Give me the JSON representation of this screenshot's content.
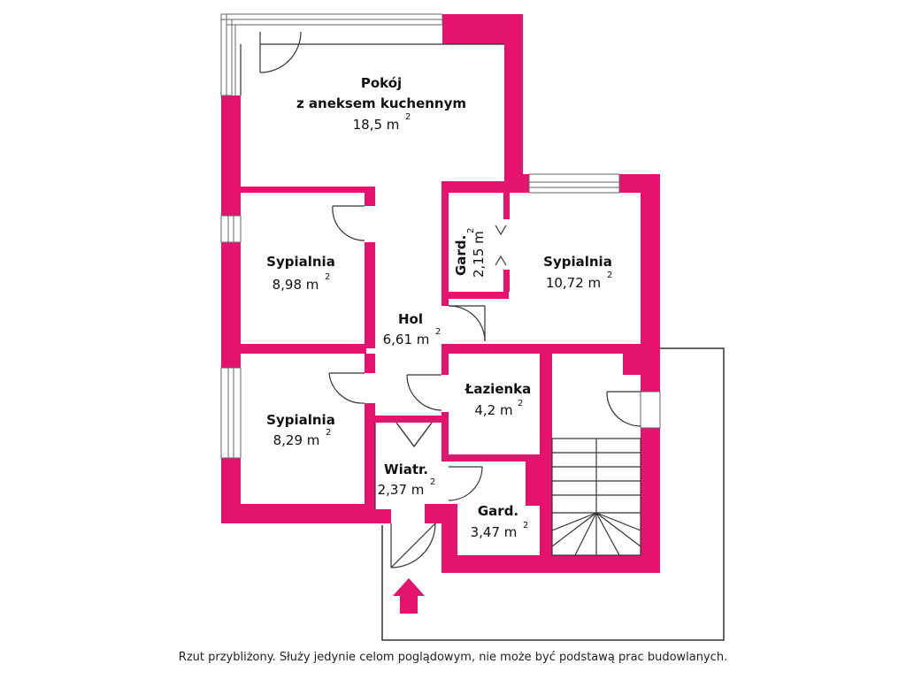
{
  "colors": {
    "wall": "#e5126e",
    "line": "#333333",
    "window": "#666666",
    "arrow": "#e5126e",
    "background": "#ffffff"
  },
  "rooms": {
    "living": {
      "name_line1": "Pokój",
      "name_line2": "z aneksem kuchennym",
      "area": "18,5 m",
      "sup": "2"
    },
    "bedroom_left_top": {
      "name": "Sypialnia",
      "area": "8,98 m",
      "sup": "2"
    },
    "bedroom_left_bottom": {
      "name": "Sypialnia",
      "area": "8,29 m",
      "sup": "2"
    },
    "hall": {
      "name": "Hol",
      "area": "6,61 m",
      "sup": "2"
    },
    "wardrobe_small": {
      "name": "Gard.",
      "area": "2,15 m",
      "sup": "2"
    },
    "bedroom_right": {
      "name": "Sypialnia",
      "area": "10,72 m",
      "sup": "2"
    },
    "bathroom": {
      "name": "Łazienka",
      "area": "4,2 m",
      "sup": "2"
    },
    "vestibule": {
      "name": "Wiatr.",
      "area": "2,37 m",
      "sup": "2"
    },
    "wardrobe_large": {
      "name": "Gard.",
      "area": "3,47 m",
      "sup": "2"
    }
  },
  "entrance_icon": "entrance-arrow-icon",
  "caption": "Rzut przybliżony. Służy jedynie celom poglądowym, nie może być podstawą prac budowlanych."
}
